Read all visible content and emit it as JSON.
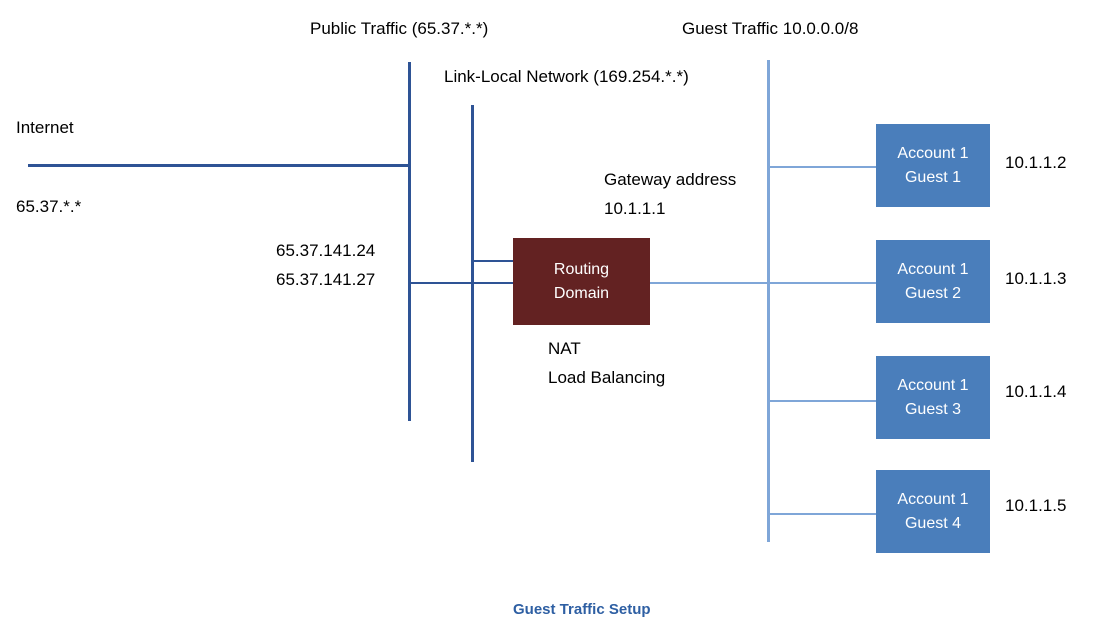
{
  "diagram": {
    "caption": "Guest Traffic Setup",
    "colors": {
      "public_line": "#2E5395",
      "guest_line": "#7FA6D8",
      "router_box": "#632222",
      "guest_box": "#4A7EBB",
      "caption_text": "#2E5FA3",
      "label_text": "#000000"
    },
    "labels": {
      "public_traffic": "Public Traffic (65.37.*.*)",
      "link_local": "Link-Local Network (169.254.*.*)",
      "guest_traffic": "Guest Traffic 10.0.0.0/8",
      "internet": "Internet",
      "internet_subnet": "65.37.*.*",
      "public_ip_1": "65.37.141.24",
      "public_ip_2": "65.37.141.27",
      "gateway_title": "Gateway address",
      "gateway_ip": "10.1.1.1",
      "nat": "NAT",
      "load_balancing": "Load Balancing"
    },
    "router": {
      "line1": "Routing",
      "line2": "Domain"
    },
    "guests": [
      {
        "line1": "Account 1",
        "line2": "Guest 1",
        "ip": "10.1.1.2"
      },
      {
        "line1": "Account 1",
        "line2": "Guest 2",
        "ip": "10.1.1.3"
      },
      {
        "line1": "Account 1",
        "line2": "Guest 3",
        "ip": "10.1.1.4"
      },
      {
        "line1": "Account 1",
        "line2": "Guest 4",
        "ip": "10.1.1.5"
      }
    ]
  }
}
